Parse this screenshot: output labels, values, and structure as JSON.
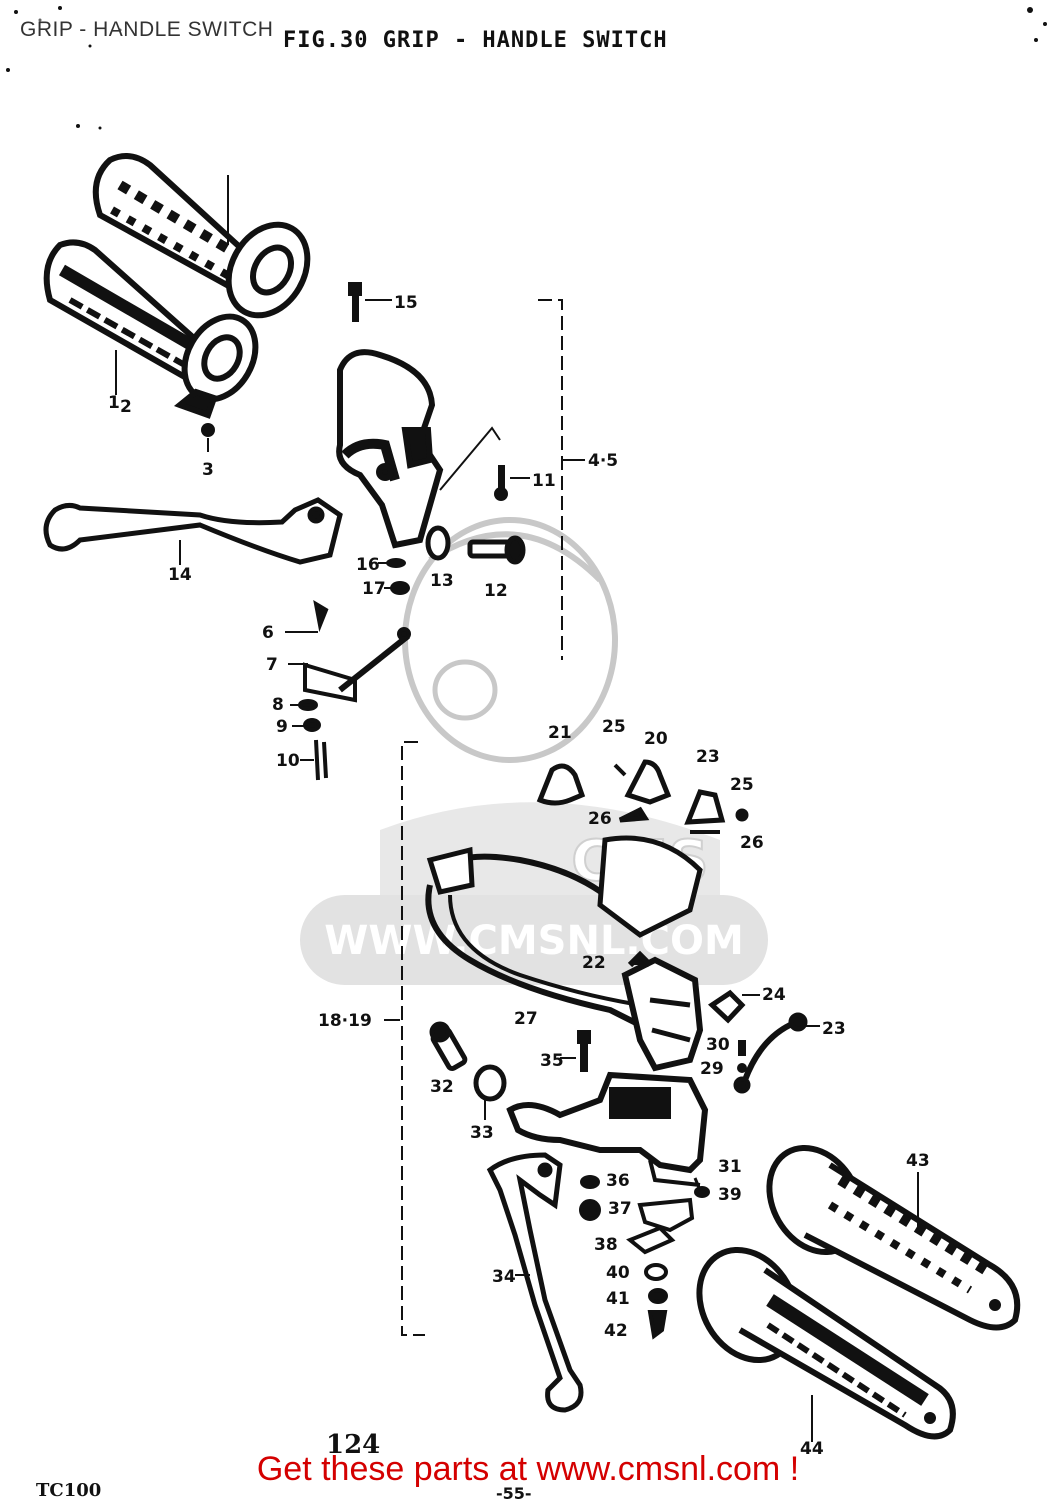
{
  "header": {
    "overlay_title": "GRIP - HANDLE SWITCH",
    "figure_title": "FIG.30 GRIP - HANDLE SWITCH"
  },
  "watermark": {
    "text": "WWW.CMSNL.COM",
    "logo_letters": "CMS"
  },
  "callouts": [
    {
      "id": "c1",
      "label": "1"
    },
    {
      "id": "c2",
      "label": "2"
    },
    {
      "id": "c3",
      "label": "3"
    },
    {
      "id": "c15",
      "label": "15"
    },
    {
      "id": "c11",
      "label": "11"
    },
    {
      "id": "c45",
      "label": "4·5"
    },
    {
      "id": "c14",
      "label": "14"
    },
    {
      "id": "c16",
      "label": "16"
    },
    {
      "id": "c17",
      "label": "17"
    },
    {
      "id": "c13",
      "label": "13"
    },
    {
      "id": "c12",
      "label": "12"
    },
    {
      "id": "c6",
      "label": "6"
    },
    {
      "id": "c7",
      "label": "7"
    },
    {
      "id": "c8",
      "label": "8"
    },
    {
      "id": "c9",
      "label": "9"
    },
    {
      "id": "c10",
      "label": "10"
    },
    {
      "id": "c21",
      "label": "21"
    },
    {
      "id": "c25a",
      "label": "25"
    },
    {
      "id": "c20",
      "label": "20"
    },
    {
      "id": "c23a",
      "label": "23"
    },
    {
      "id": "c25b",
      "label": "25"
    },
    {
      "id": "c26a",
      "label": "26"
    },
    {
      "id": "c26b",
      "label": "26"
    },
    {
      "id": "c22",
      "label": "22"
    },
    {
      "id": "c24",
      "label": "24"
    },
    {
      "id": "c23b",
      "label": "23"
    },
    {
      "id": "c1819",
      "label": "18·19"
    },
    {
      "id": "c27",
      "label": "27"
    },
    {
      "id": "c35",
      "label": "35"
    },
    {
      "id": "c30",
      "label": "30"
    },
    {
      "id": "c29",
      "label": "29"
    },
    {
      "id": "c32",
      "label": "32"
    },
    {
      "id": "c33",
      "label": "33"
    },
    {
      "id": "c31",
      "label": "31"
    },
    {
      "id": "c36",
      "label": "36"
    },
    {
      "id": "c39",
      "label": "39"
    },
    {
      "id": "c37",
      "label": "37"
    },
    {
      "id": "c38",
      "label": "38"
    },
    {
      "id": "c34",
      "label": "34"
    },
    {
      "id": "c40",
      "label": "40"
    },
    {
      "id": "c41",
      "label": "41"
    },
    {
      "id": "c42",
      "label": "42"
    },
    {
      "id": "c43",
      "label": "43"
    },
    {
      "id": "c44",
      "label": "44"
    }
  ],
  "footer": {
    "page_code": "124",
    "model": "TC100",
    "page_number": "-55-",
    "banner": "Get these parts at www.cmsnl.com !"
  },
  "colors": {
    "ink": "#111111",
    "banner_red": "#d40000",
    "watermark_gray": "#d9d9d9"
  }
}
